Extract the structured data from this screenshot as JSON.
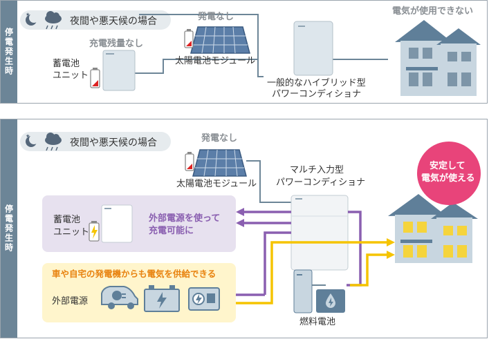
{
  "top": {
    "side_label": "停電発生時",
    "night_label": "夜間や悪天候の場合",
    "no_gen": "発電なし",
    "solar_module": "太陽電池モジュール",
    "no_charge": "充電残量なし",
    "battery_l1": "蓄電池",
    "battery_l2": "ユニット",
    "pcs_l1": "一般的なハイブリッド型",
    "pcs_l2": "パワーコンディショナ",
    "no_power": "電気が使用できない"
  },
  "bottom": {
    "side_label": "停電発生時",
    "night_label": "夜間や悪天候の場合",
    "no_gen": "発電なし",
    "solar_module": "太陽電池モジュール",
    "pcs_l1": "マルチ入力型",
    "pcs_l2": "パワーコンディショナ",
    "battery_l1": "蓄電池",
    "battery_l2": "ユニット",
    "charge_l1": "外部電源を使って",
    "charge_l2": "充電可能に",
    "supply_note": "車や自宅の発電機からも電気を供給できる",
    "external_power": "外部電源",
    "fuel_cell": "燃料電池",
    "safe_l1": "安定して",
    "safe_l2": "電気が使える"
  },
  "colors": {
    "side": "#6c8597",
    "purple": "#8a5fb0",
    "yellow": "#f5c400",
    "pink": "#e8447a",
    "orange": "#e8820e"
  }
}
